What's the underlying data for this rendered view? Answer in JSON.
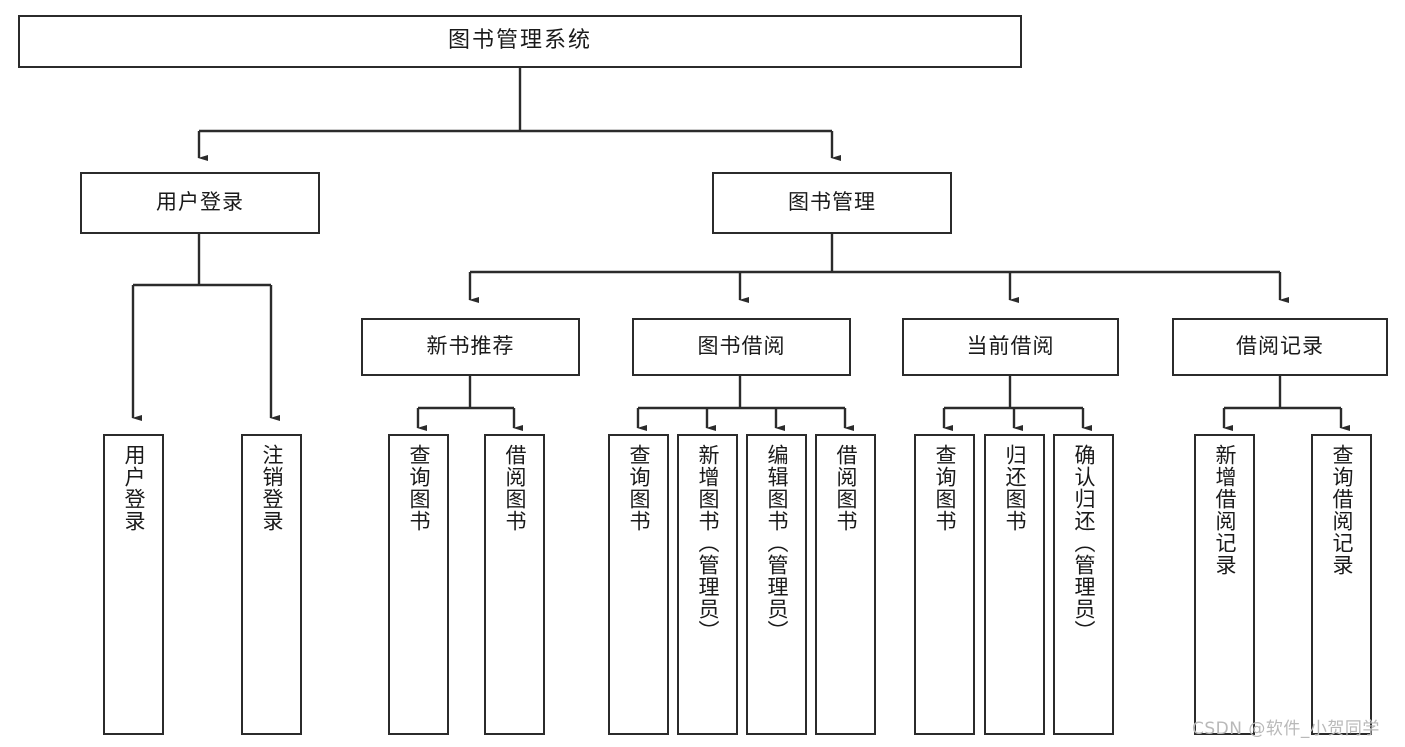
{
  "diagram": {
    "type": "tree-hierarchy",
    "title": "图书管理系统",
    "watermark": "CSDN @软件_小贺同学",
    "colors": {
      "border": "#2b2b2b",
      "background": "#ffffff",
      "text": "#1a1a1a",
      "watermark": "#b9b9b9"
    },
    "levels": [
      {
        "level": 1,
        "nodes": [
          "root"
        ]
      },
      {
        "level": 2,
        "nodes": [
          "user-login",
          "book-manage"
        ]
      },
      {
        "level": 3,
        "nodes": [
          "new-book-rec",
          "book-borrow",
          "current-borrow",
          "borrow-record"
        ]
      },
      {
        "level": 4,
        "nodes": [
          "leaf"
        ]
      }
    ],
    "nodes": {
      "root": {
        "label": "图书管理系统"
      },
      "user_login": {
        "label": "用户登录"
      },
      "book_manage": {
        "label": "图书管理"
      },
      "new_book_rec": {
        "label": "新书推荐"
      },
      "book_borrow": {
        "label": "图书借阅"
      },
      "current_borrow": {
        "label": "当前借阅"
      },
      "borrow_record": {
        "label": "借阅记录"
      }
    },
    "leaves": {
      "user_login": [
        {
          "label": "用户登录"
        },
        {
          "label": "注销登录"
        }
      ],
      "new_book_rec": [
        {
          "label": "查询图书"
        },
        {
          "label": "借阅图书"
        }
      ],
      "book_borrow": [
        {
          "label": "查询图书"
        },
        {
          "label": "新增图书（管理员）"
        },
        {
          "label": "编辑图书（管理员）"
        },
        {
          "label": "借阅图书"
        }
      ],
      "current_borrow": [
        {
          "label": "查询图书"
        },
        {
          "label": "归还图书"
        },
        {
          "label": "确认归还（管理员）"
        }
      ],
      "borrow_record": [
        {
          "label": "新增借阅记录"
        },
        {
          "label": "查询借阅记录"
        }
      ]
    }
  }
}
